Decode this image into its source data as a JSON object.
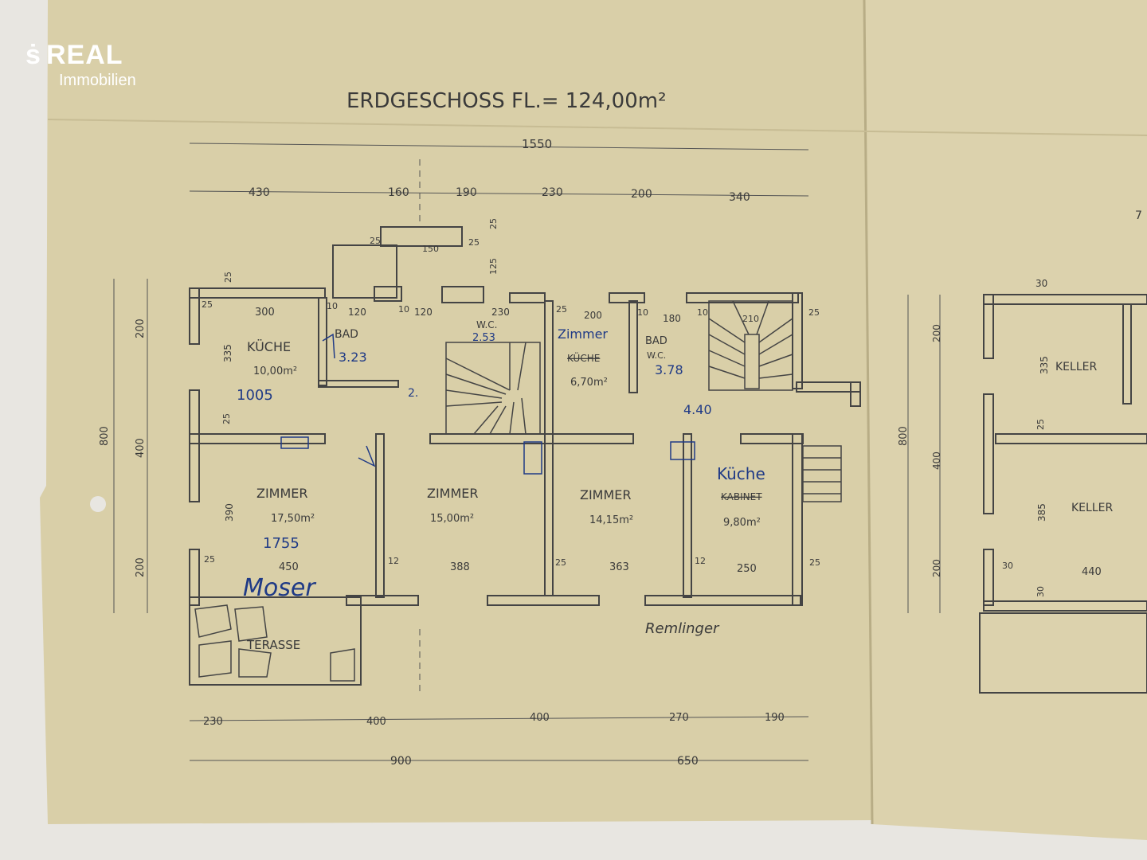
{
  "logo": {
    "brand": "REAL",
    "sub": "Immobilien"
  },
  "plan": {
    "title": "ERDGESCHOSS FL.= 124,00m²",
    "top_total": "1550",
    "top_dims": [
      "430",
      "160",
      "190",
      "230",
      "200",
      "340"
    ],
    "bottom_dims": [
      "230",
      "400",
      "400",
      "270",
      "190"
    ],
    "bottom_totals": [
      "900",
      "650"
    ],
    "left_total": "800",
    "left_dims": [
      "200",
      "400",
      "200"
    ],
    "rooms": [
      {
        "name": "KÜCHE",
        "area": "10,00m²",
        "note": "1005"
      },
      {
        "name": "BAD",
        "note": "3.23"
      },
      {
        "name": "W.C.",
        "note": "2.53"
      },
      {
        "name": "Zimmer",
        "strike": "KÜCHE",
        "area": "6,70m²"
      },
      {
        "name": "BAD",
        "sub": "W.C.",
        "note": "3.78"
      },
      {
        "name": "ZIMMER",
        "area": "17,50m²",
        "note": "1755"
      },
      {
        "name": "ZIMMER",
        "area": "15,00m²"
      },
      {
        "name": "ZIMMER",
        "area": "14,15m²"
      },
      {
        "name": "Küche",
        "strike": "KABINET",
        "area": "9,80m²"
      },
      {
        "name": "TERASSE"
      }
    ],
    "inner_dims": {
      "row1": [
        "25",
        "300",
        "10",
        "120",
        "10",
        "120",
        "230",
        "25",
        "200",
        "10",
        "180",
        "10",
        "210",
        "25"
      ],
      "row2": [
        "25",
        "450",
        "12",
        "388",
        "25",
        "363",
        "12",
        "250",
        "25"
      ],
      "vert": [
        "335",
        "25",
        "390",
        "25",
        "125",
        "25"
      ],
      "top_small": [
        "150",
        "25",
        "25"
      ]
    },
    "hallway_note": "4.40",
    "small_mark": "2.",
    "signature1": "Moser",
    "signature2": "Remlinger"
  },
  "keller": {
    "rooms": [
      "KELLER",
      "KELLER"
    ],
    "dims": [
      "30",
      "335",
      "25",
      "385",
      "30",
      "440",
      "30"
    ],
    "left_dims": [
      "800",
      "200",
      "400",
      "200"
    ],
    "top_dim": "7"
  }
}
